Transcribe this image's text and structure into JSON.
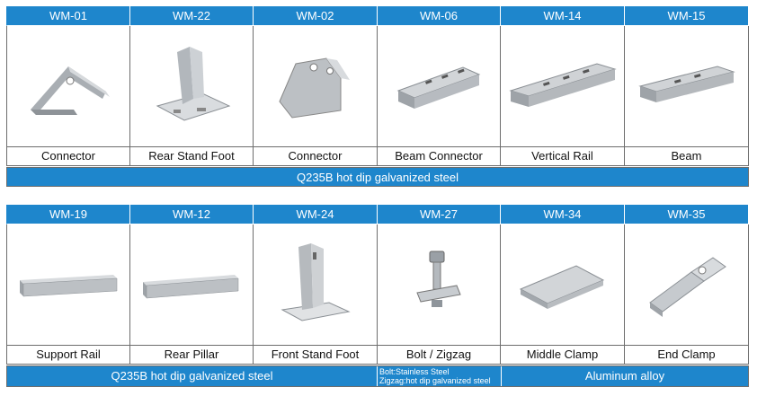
{
  "top": {
    "codes": [
      "WM-01",
      "WM-22",
      "WM-02",
      "WM-06",
      "WM-14",
      "WM-15"
    ],
    "labels": [
      "Connector",
      "Rear Stand Foot",
      "Connector",
      "Beam Connector",
      "Vertical Rail",
      "Beam"
    ],
    "material": "Q235B hot dip galvanized steel"
  },
  "bottom": {
    "codes": [
      "WM-19",
      "WM-12",
      "WM-24",
      "WM-27",
      "WM-34",
      "WM-35"
    ],
    "labels": [
      "Support Rail",
      "Rear Pillar",
      "Front Stand Foot",
      "Bolt / Zigzag",
      "Middle Clamp",
      "End Clamp"
    ],
    "material_steel": "Q235B hot dip galvanized steel",
    "material_bolt_line1": "Bolt:Stainless Steel",
    "material_bolt_line2": "Zigzag:hot dip galvanized steel",
    "material_alu": "Aluminum alloy"
  },
  "icons": {
    "top": [
      "triangle-connector-icon",
      "stand-foot-icon",
      "connector-plate-icon",
      "beam-connector-icon",
      "vertical-rail-icon",
      "beam-icon"
    ],
    "bottom": [
      "support-rail-icon",
      "rear-pillar-icon",
      "front-stand-foot-icon",
      "bolt-zigzag-icon",
      "middle-clamp-icon",
      "end-clamp-icon"
    ]
  },
  "colors": {
    "header_blue": "#1e86cc",
    "metal": "#b8bcc0"
  }
}
